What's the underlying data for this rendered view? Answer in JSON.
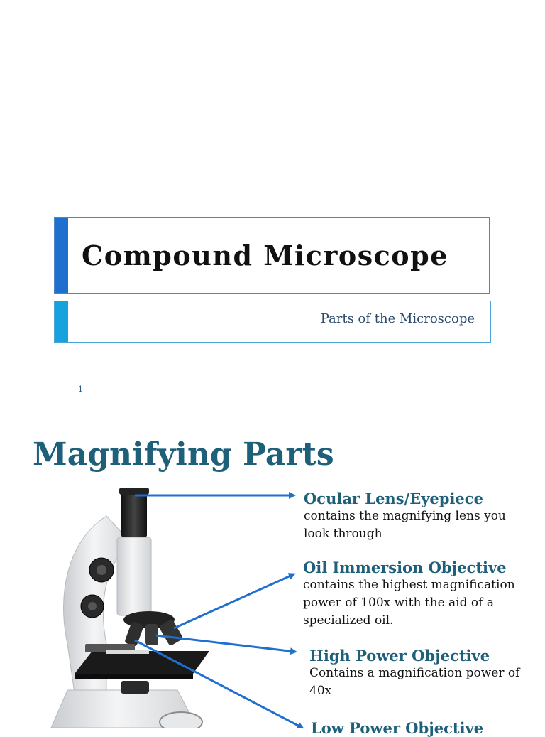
{
  "slide1": {
    "title": "Compound Microscope",
    "subtitle": "Parts of the Microscope",
    "page_number": "1"
  },
  "slide2": {
    "title": "Magnifying Parts",
    "labels": [
      {
        "name": "Ocular Lens/Eyepiece",
        "desc": "contains the magnifying lens you look through"
      },
      {
        "name": "Oil Immersion Objective",
        "desc": "contains the highest magnification power of 100x with the aid of a specialized oil."
      },
      {
        "name": "High Power Objective",
        "desc": "Contains a magnification power of 40x"
      },
      {
        "name": "Low Power Objective",
        "desc": ""
      }
    ]
  },
  "colors": {
    "title_bar": "#1f6fcf",
    "subtitle_bar": "#16a2dd",
    "heading": "#1e5f7a",
    "arrow": "#1f6fcf"
  },
  "icons": [
    "microscope-illustration",
    "arrow-icon"
  ]
}
